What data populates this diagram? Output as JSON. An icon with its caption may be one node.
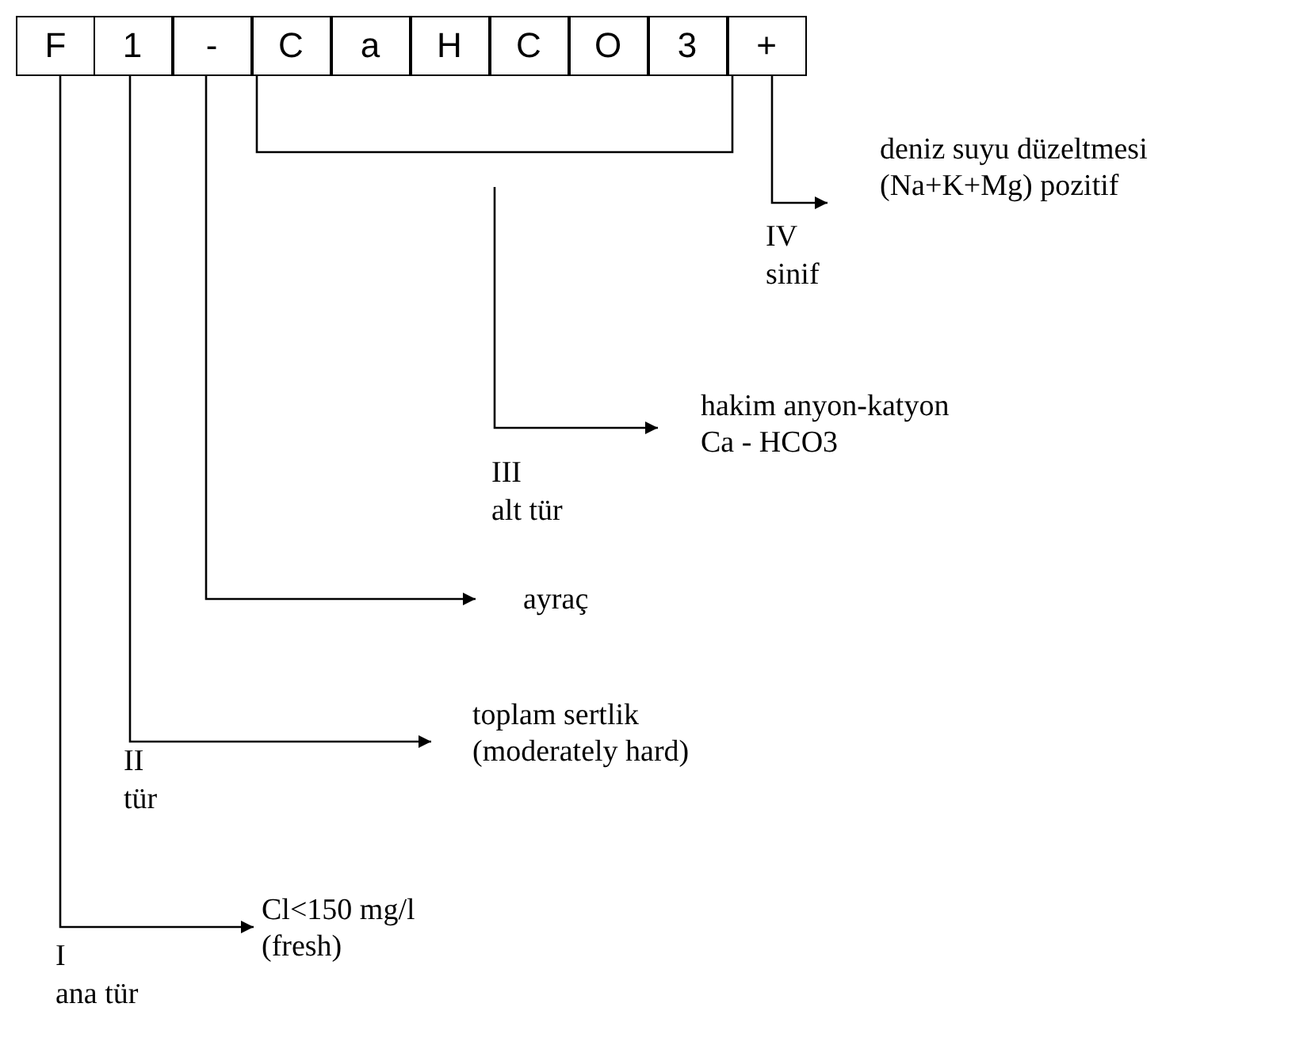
{
  "diagram": {
    "nodes": [
      {
        "text": [
          "F"
        ]
      },
      {
        "text": [
          "1"
        ]
      },
      {
        "text": [
          "-"
        ]
      },
      {
        "text": [
          "C"
        ]
      },
      {
        "text": [
          "a"
        ]
      },
      {
        "text": [
          "H"
        ]
      },
      {
        "text": [
          "C"
        ]
      },
      {
        "text": [
          "O"
        ]
      },
      {
        "text": [
          "3"
        ]
      },
      {
        "text": [
          "+"
        ]
      },
      {
        "text": [],
        "shape": "bracket"
      },
      {
        "text": [
          "deniz suyu düzeltmesi",
          "(Na+K+Mg) pozitif"
        ]
      },
      {
        "text": [
          "hakim anyon-katyon",
          "Ca - HCO3"
        ]
      },
      {
        "text": [
          "ayraç"
        ]
      },
      {
        "text": [
          "toplam sertlik",
          "(moderately hard)"
        ]
      },
      {
        "text": [
          "Cl<150 mg/l",
          "(fresh)"
        ]
      }
    ],
    "edges": [
      {
        "from": 9,
        "to": 11,
        "arrow": "to"
      },
      {
        "from": 10,
        "to": 12,
        "arrow": "to"
      },
      {
        "from": 2,
        "to": 13,
        "arrow": "to"
      },
      {
        "from": 1,
        "to": 14,
        "arrow": "to"
      },
      {
        "from": 0,
        "to": 15,
        "arrow": "to"
      }
    ],
    "labels": [
      "IV",
      "sinif",
      "III",
      "alt tür",
      "II",
      "tür",
      "I",
      "ana tür"
    ]
  }
}
